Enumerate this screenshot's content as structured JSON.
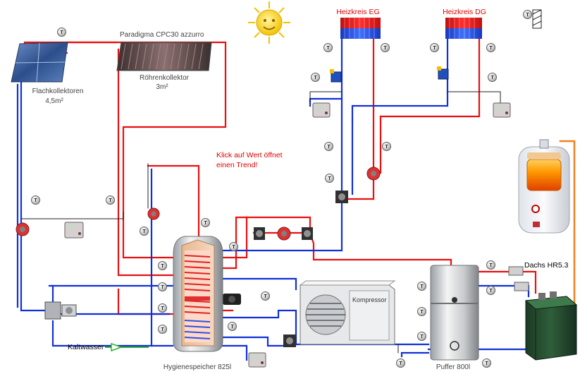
{
  "labels": {
    "flach_name": "Flachkollektoren",
    "flach_area": "4,5m²",
    "paradigma": "Paradigma CPC30 azzurro",
    "rohr_name": "Röhrenkollektor",
    "rohr_area": "3m²",
    "heizkreis_eg": "Heizkreis EG",
    "heizkreis_dg": "Heizkreis DG",
    "hint_line1": "Klick auf Wert öffnet",
    "hint_line2": "einen Trend!",
    "kompressor": "Kompressor",
    "dachs": "Dachs HR5.3",
    "kaltwasser": "Kaltwasser",
    "hygiene": "Hygienespeicher 825l",
    "puffer": "Puffer 800l"
  },
  "sensor_glyph": "T",
  "colors": {
    "hot": "#e81010",
    "cold": "#1030d8",
    "black": "#202020",
    "orange": "#f08020",
    "green": "#30b030"
  }
}
